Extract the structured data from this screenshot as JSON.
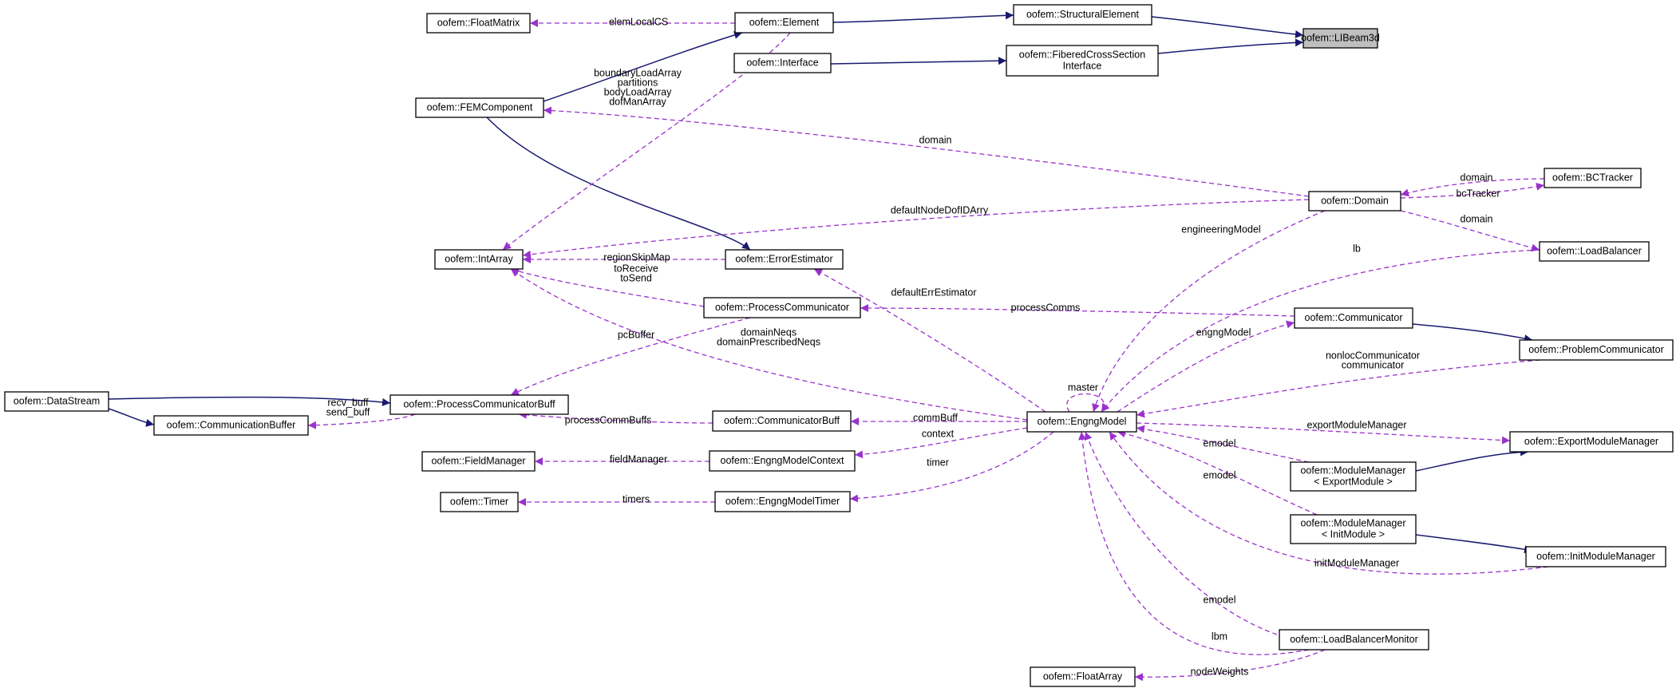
{
  "nodes": [
    {
      "id": "libeam",
      "label": "oofem::LIBeam3d",
      "focus": true
    },
    {
      "id": "structural",
      "label": "oofem::StructuralElement"
    },
    {
      "id": "fibered",
      "label": [
        "oofem::FiberedCrossSection",
        "Interface"
      ]
    },
    {
      "id": "element",
      "label": "oofem::Element"
    },
    {
      "id": "interface",
      "label": "oofem::Interface"
    },
    {
      "id": "floatmatrix",
      "label": "oofem::FloatMatrix"
    },
    {
      "id": "femcomp",
      "label": "oofem::FEMComponent"
    },
    {
      "id": "domain",
      "label": "oofem::Domain"
    },
    {
      "id": "bctracker",
      "label": "oofem::BCTracker"
    },
    {
      "id": "loadbalancer",
      "label": "oofem::LoadBalancer"
    },
    {
      "id": "intarray",
      "label": "oofem::IntArray"
    },
    {
      "id": "errest",
      "label": "oofem::ErrorEstimator"
    },
    {
      "id": "proccomm",
      "label": "oofem::ProcessCommunicator"
    },
    {
      "id": "communicator",
      "label": "oofem::Communicator"
    },
    {
      "id": "probcomm",
      "label": "oofem::ProblemCommunicator"
    },
    {
      "id": "datastream",
      "label": "oofem::DataStream"
    },
    {
      "id": "pcbuff",
      "label": "oofem::ProcessCommunicatorBuff"
    },
    {
      "id": "commbuffer",
      "label": "oofem::CommunicationBuffer"
    },
    {
      "id": "commbuff",
      "label": "oofem::CommunicatorBuff"
    },
    {
      "id": "engng",
      "label": "oofem::EngngModel"
    },
    {
      "id": "exportmm",
      "label": "oofem::ExportModuleManager"
    },
    {
      "id": "fieldmanager",
      "label": "oofem::FieldManager"
    },
    {
      "id": "context",
      "label": "oofem::EngngModelContext"
    },
    {
      "id": "mmexport",
      "label": [
        "oofem::ModuleManager",
        "< ExportModule >"
      ]
    },
    {
      "id": "timer",
      "label": "oofem::Timer"
    },
    {
      "id": "engtimer",
      "label": "oofem::EngngModelTimer"
    },
    {
      "id": "mminit",
      "label": [
        "oofem::ModuleManager",
        "< InitModule >"
      ]
    },
    {
      "id": "initmm",
      "label": "oofem::InitModuleManager"
    },
    {
      "id": "lbmonitor",
      "label": "oofem::LoadBalancerMonitor"
    },
    {
      "id": "floatarray",
      "label": "oofem::FloatArray"
    }
  ],
  "edges": [
    {
      "from": "structural",
      "to": "libeam",
      "kind": "inheritance"
    },
    {
      "from": "fibered",
      "to": "libeam",
      "kind": "inheritance"
    },
    {
      "from": "element",
      "to": "structural",
      "kind": "inheritance"
    },
    {
      "from": "interface",
      "to": "fibered",
      "kind": "inheritance"
    },
    {
      "from": "femcomp",
      "to": "element",
      "kind": "inheritance"
    },
    {
      "from": "femcomp",
      "to": "errest",
      "kind": "inheritance"
    },
    {
      "from": "datastream",
      "to": "pcbuff",
      "kind": "inheritance"
    },
    {
      "from": "datastream",
      "to": "commbuffer",
      "kind": "inheritance"
    },
    {
      "from": "communicator",
      "to": "probcomm",
      "kind": "inheritance"
    },
    {
      "from": "mmexport",
      "to": "exportmm",
      "kind": "inheritance"
    },
    {
      "from": "mminit",
      "to": "initmm",
      "kind": "inheritance"
    },
    {
      "from": "floatmatrix",
      "to": "element",
      "kind": "usage",
      "label": [
        "elemLocalCS"
      ]
    },
    {
      "from": "intarray",
      "to": "element",
      "kind": "usage",
      "label": [
        "boundaryLoadArray",
        "partitions",
        "bodyLoadArray",
        "dofManArray"
      ]
    },
    {
      "from": "domain",
      "to": "femcomp",
      "kind": "usage",
      "label": [
        "domain"
      ]
    },
    {
      "from": "intarray",
      "to": "domain",
      "kind": "usage",
      "label": [
        "defaultNodeDofIDArry"
      ]
    },
    {
      "from": "domain",
      "to": "bctracker",
      "kind": "usage",
      "label": [
        "domain"
      ]
    },
    {
      "from": "bctracker",
      "to": "domain",
      "kind": "usage",
      "label": [
        "bcTracker"
      ]
    },
    {
      "from": "domain",
      "to": "loadbalancer",
      "kind": "usage",
      "label": [
        "domain"
      ]
    },
    {
      "from": "intarray",
      "to": "errest",
      "kind": "usage",
      "label": [
        "regionSkipMap"
      ]
    },
    {
      "from": "intarray",
      "to": "proccomm",
      "kind": "usage",
      "label": [
        "toReceive",
        "toSend"
      ]
    },
    {
      "from": "pcbuff",
      "to": "proccomm",
      "kind": "usage",
      "label": [
        "pcBuffer"
      ]
    },
    {
      "from": "proccomm",
      "to": "communicator",
      "kind": "usage",
      "label": [
        "processComms"
      ]
    },
    {
      "from": "intarray",
      "to": "engng",
      "kind": "usage",
      "label": [
        "domainNeqs",
        "domainPrescribedNeqs"
      ]
    },
    {
      "from": "errest",
      "to": "engng",
      "kind": "usage",
      "label": [
        "defaultErrEstimator"
      ]
    },
    {
      "from": "engng",
      "to": "domain",
      "kind": "usage",
      "label": [
        "engineeringModel"
      ]
    },
    {
      "from": "loadbalancer",
      "to": "engng",
      "kind": "usage",
      "label": [
        "lb"
      ]
    },
    {
      "from": "engng",
      "to": "communicator",
      "kind": "usage",
      "label": [
        "engngModel"
      ]
    },
    {
      "from": "probcomm",
      "to": "engng",
      "kind": "usage",
      "label": [
        "nonlocCommunicator",
        "communicator"
      ]
    },
    {
      "from": "engng",
      "to": "engng",
      "kind": "usage",
      "label": [
        "master"
      ]
    },
    {
      "from": "commbuffer",
      "to": "pcbuff",
      "kind": "usage",
      "label": [
        "recv_buff",
        "send_buff"
      ]
    },
    {
      "from": "pcbuff",
      "to": "commbuff",
      "kind": "usage",
      "label": [
        "processCommBuffs"
      ]
    },
    {
      "from": "commbuff",
      "to": "engng",
      "kind": "usage",
      "label": [
        "commBuff"
      ]
    },
    {
      "from": "context",
      "to": "engng",
      "kind": "usage",
      "label": [
        "context"
      ]
    },
    {
      "from": "fieldmanager",
      "to": "context",
      "kind": "usage",
      "label": [
        "fieldManager"
      ]
    },
    {
      "from": "engtimer",
      "to": "engng",
      "kind": "usage",
      "label": [
        "timer"
      ]
    },
    {
      "from": "timer",
      "to": "engtimer",
      "kind": "usage",
      "label": [
        "timers"
      ]
    },
    {
      "from": "exportmm",
      "to": "engng",
      "kind": "usage",
      "label": [
        "exportModuleManager"
      ]
    },
    {
      "from": "engng",
      "to": "mmexport",
      "kind": "usage",
      "label": [
        "emodel"
      ]
    },
    {
      "from": "engng",
      "to": "mminit",
      "kind": "usage",
      "label": [
        "emodel"
      ]
    },
    {
      "from": "initmm",
      "to": "engng",
      "kind": "usage",
      "label": [
        "initModuleManager"
      ]
    },
    {
      "from": "engng",
      "to": "lbmonitor",
      "kind": "usage",
      "label": [
        "emodel"
      ]
    },
    {
      "from": "lbmonitor",
      "to": "engng",
      "kind": "usage",
      "label": [
        "lbm"
      ]
    },
    {
      "from": "floatarray",
      "to": "lbmonitor",
      "kind": "usage",
      "label": [
        "nodeWeights"
      ]
    }
  ],
  "colors": {
    "inheritance_edge": "#191970",
    "usage_edge": "#9a32cd",
    "focus_fill": "#bfbfbf",
    "node_fill": "#ffffff",
    "node_border": "#000000"
  }
}
